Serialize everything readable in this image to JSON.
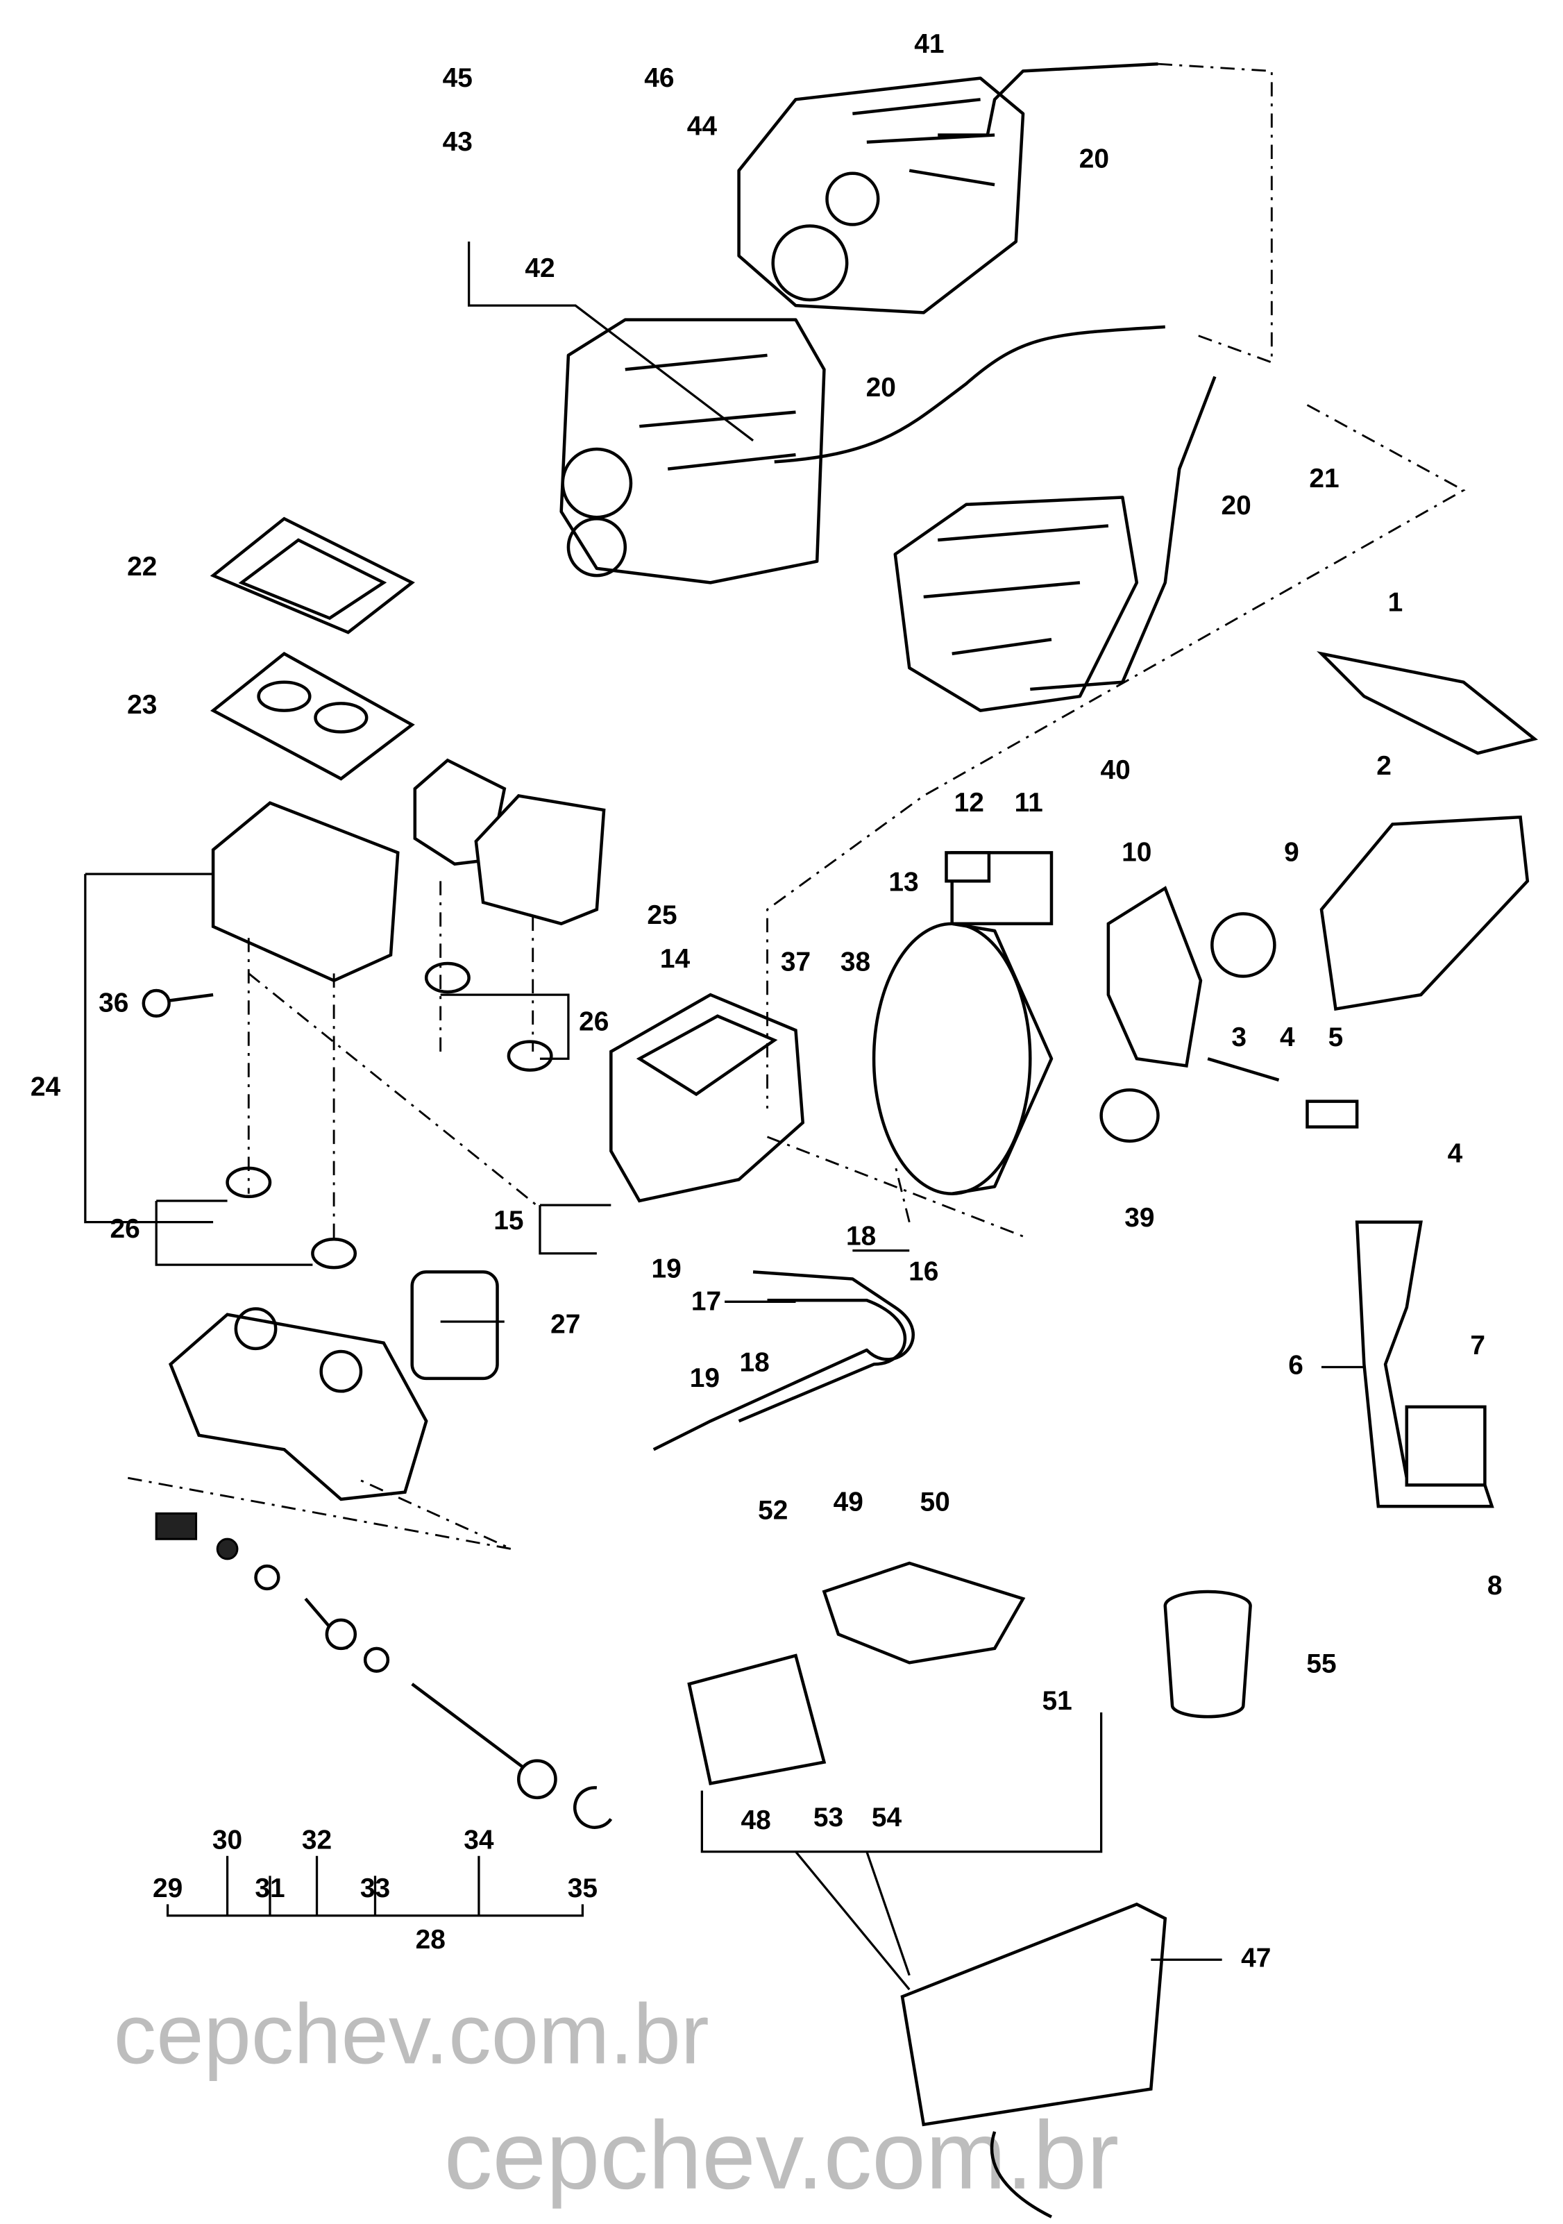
{
  "watermark": {
    "text": "cepchev.com.br"
  },
  "callouts": [
    "45",
    "46",
    "43",
    "44",
    "42",
    "41",
    "20",
    "20",
    "20",
    "21",
    "22",
    "23",
    "1",
    "2",
    "12",
    "11",
    "13",
    "10",
    "9",
    "25",
    "24",
    "36",
    "26",
    "37",
    "38",
    "14",
    "3",
    "4",
    "5",
    "4",
    "39",
    "15",
    "18",
    "19",
    "16",
    "17",
    "7",
    "6",
    "26",
    "27",
    "19",
    "18",
    "8",
    "52",
    "49",
    "50",
    "51",
    "55",
    "48",
    "53",
    "54",
    "29",
    "30",
    "31",
    "32",
    "33",
    "34",
    "35",
    "28",
    "47",
    "40"
  ]
}
